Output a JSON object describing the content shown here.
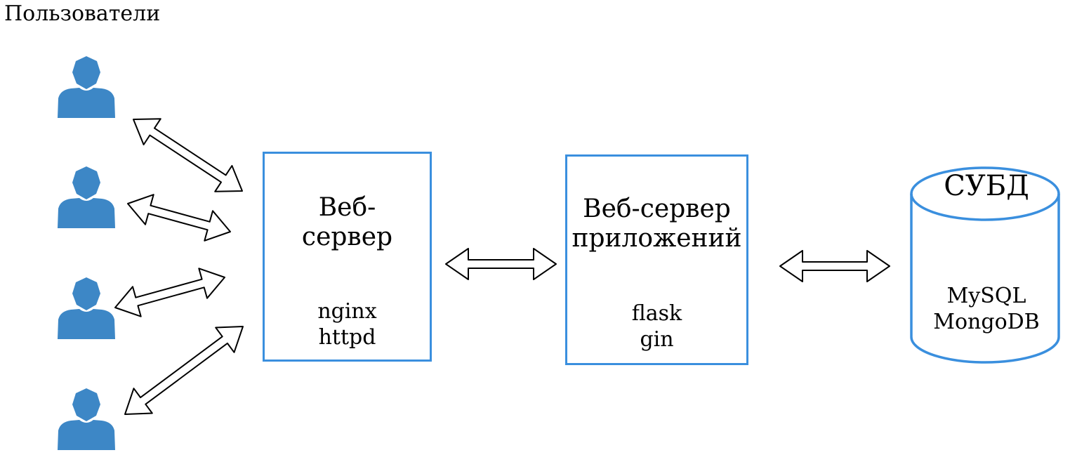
{
  "users": {
    "label": "Пользователи",
    "icon": "user-icon",
    "count": 4,
    "color": "#3d87c6"
  },
  "web_server": {
    "title_line1": "Веб-",
    "title_line2": "сервер",
    "techs": [
      "nginx",
      "httpd"
    ]
  },
  "app_server": {
    "title_line1": "Веб-сервер",
    "title_line2": "приложений",
    "techs": [
      "flask",
      "gin"
    ]
  },
  "database": {
    "title": "СУБД",
    "icon": "database-cylinder-icon",
    "engines": [
      "MySQL",
      "MongoDB"
    ]
  },
  "colors": {
    "box_border": "#3a8fde",
    "arrow_stroke": "#000000"
  }
}
